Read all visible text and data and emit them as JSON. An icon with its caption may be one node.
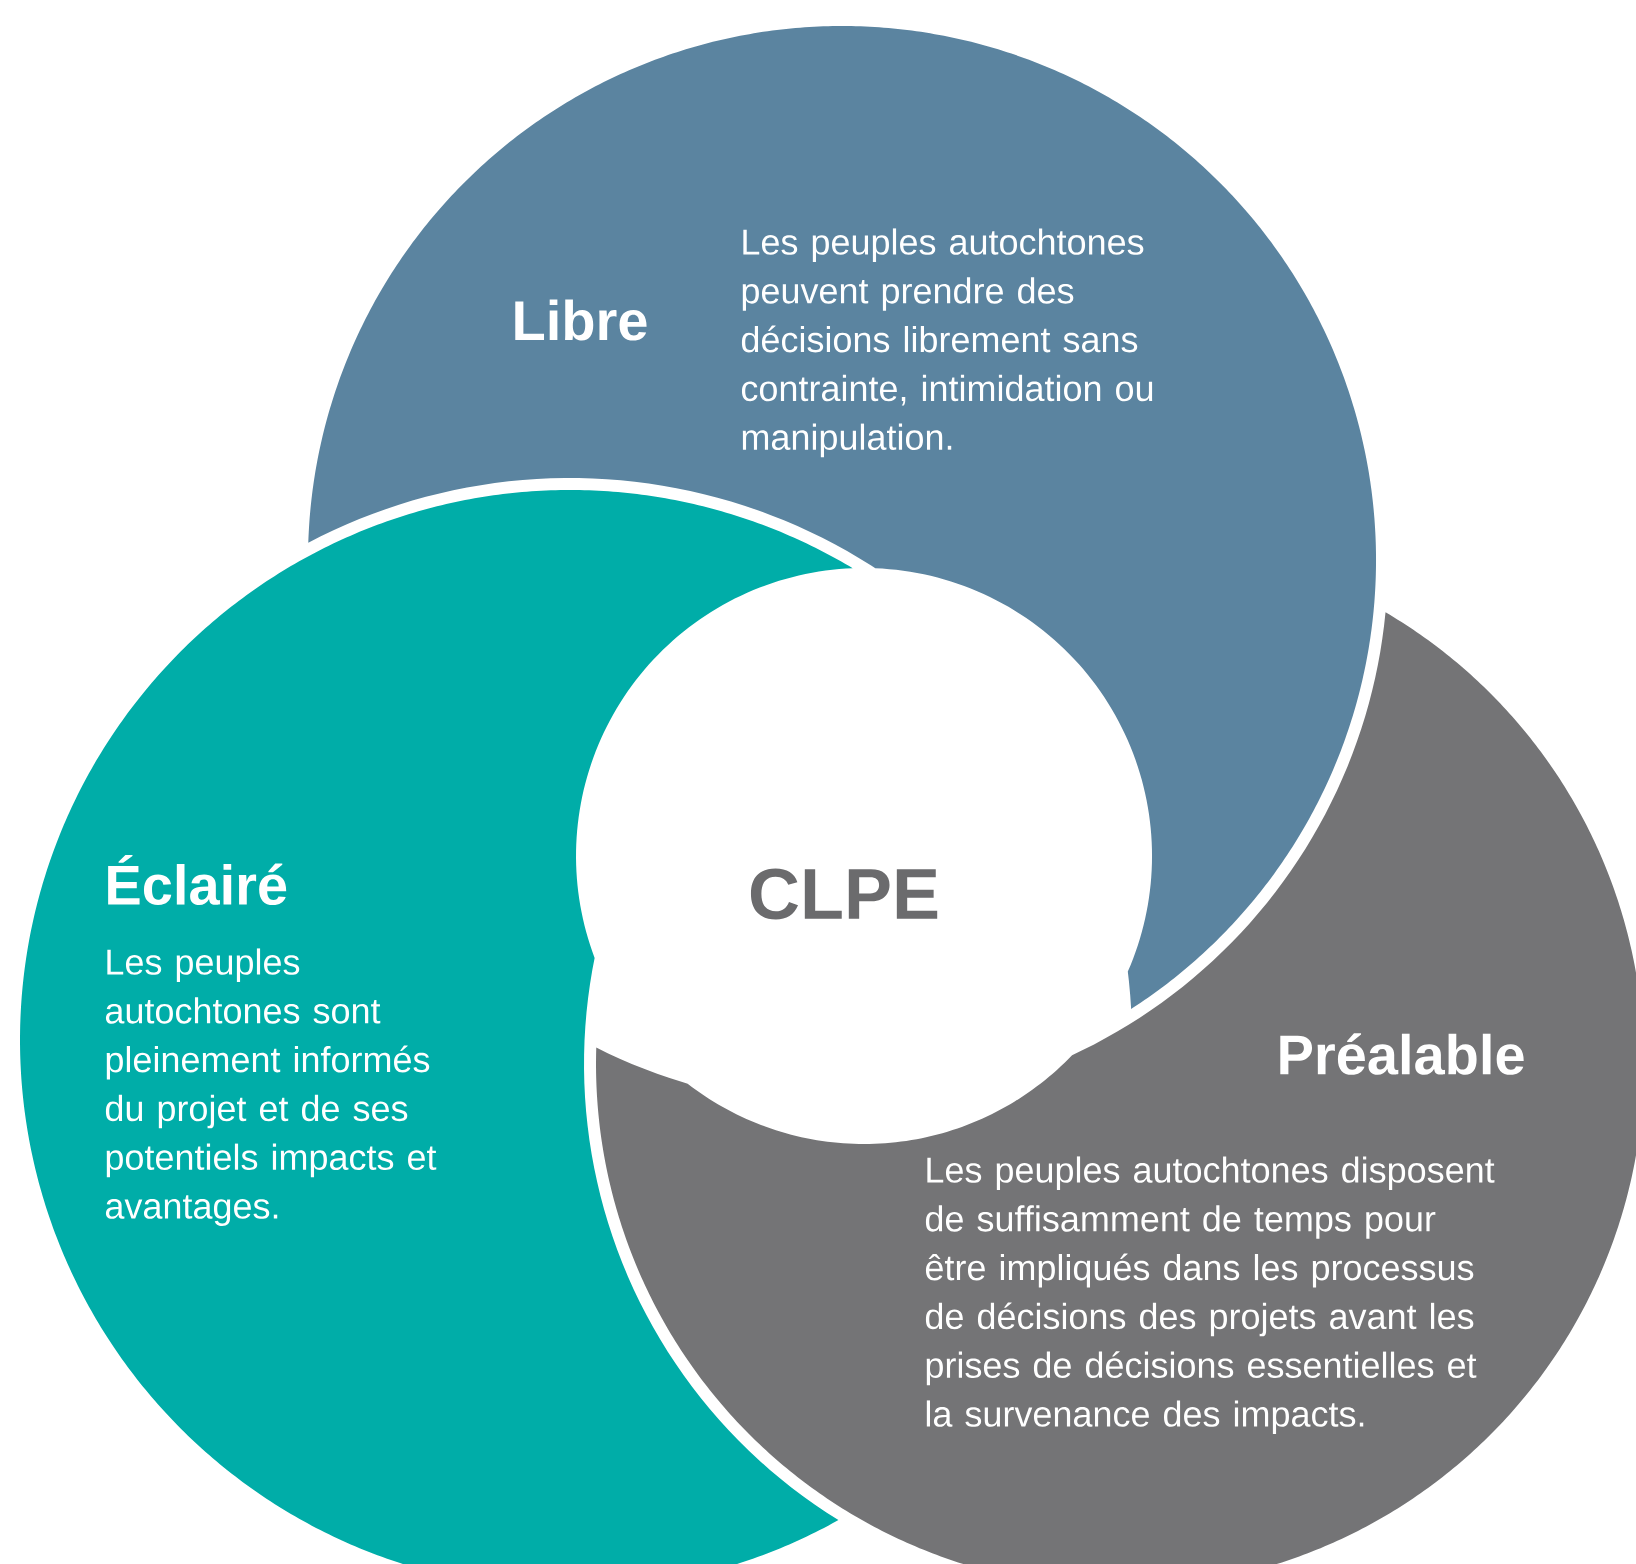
{
  "diagram": {
    "nodes": [
      {
        "text": [
          "Libre",
          "Les peuples autochtones peuvent prendre des décisions librement sans contrainte, intimidation ou manipulation."
        ]
      },
      {
        "text": [
          "Éclairé",
          "Les peuples autochtones sont pleinement informés du projet et de ses potentiels impacts et avantages."
        ]
      },
      {
        "text": [
          "Préalable",
          "Les peuples autochtones disposent de suffisamment de temps pour être impliqués dans les processus de décisions des projets avant les prises de décisions essentielles et la survenance des impacts."
        ]
      }
    ],
    "labels": [
      "CLPE"
    ]
  }
}
